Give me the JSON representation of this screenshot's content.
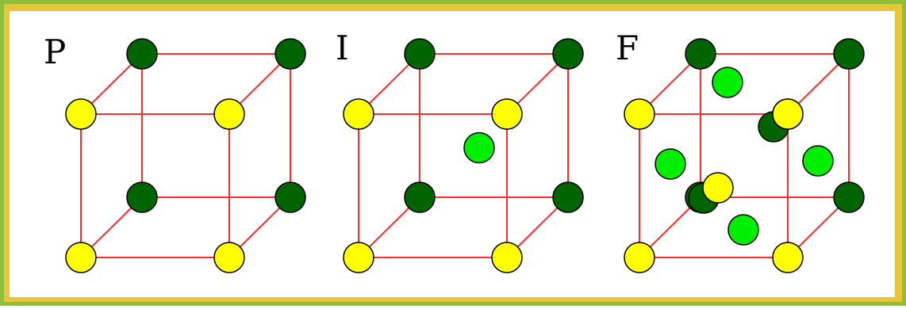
{
  "colors": {
    "frame_outer": "#8fbe3a",
    "frame_inner": "#e8c63a",
    "panel": "#ffffff",
    "edge": "#ff2a2a",
    "back_atom": "#006400",
    "front_atom": "#ffff00",
    "center_atom": "#00ee00",
    "atom_stroke": "#000000"
  },
  "lattices": [
    {
      "label": "P",
      "atoms": [
        "corner-back",
        "corner-front"
      ]
    },
    {
      "label": "I",
      "atoms": [
        "corner-back",
        "corner-front",
        "body-center"
      ]
    },
    {
      "label": "F",
      "atoms": [
        "corner-back",
        "corner-front",
        "face-center"
      ]
    }
  ]
}
